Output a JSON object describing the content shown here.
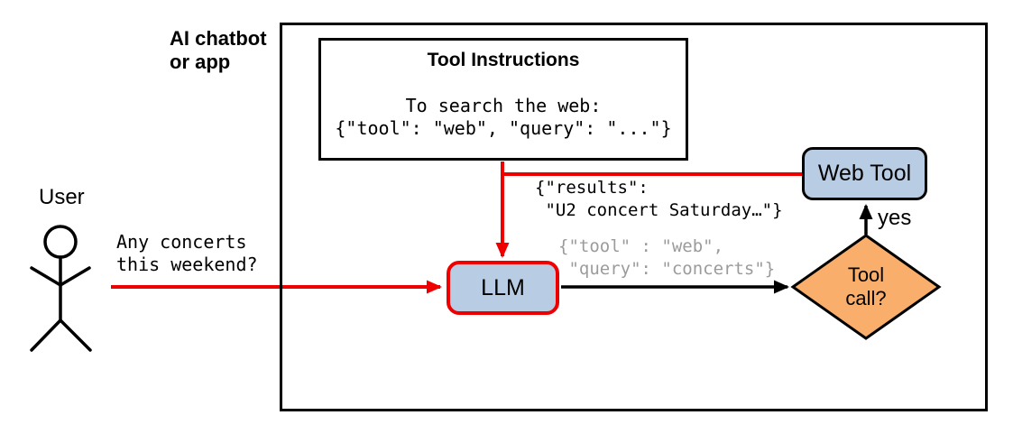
{
  "colors": {
    "red": "#ee0000",
    "box_fill": "#b8cce4",
    "diamond_fill": "#f9ae6b",
    "gray_text": "#9b9b9b",
    "fold_gray": "#b5b5b5"
  },
  "app_boundary": {
    "label_line1": "AI chatbot",
    "label_line2": "or app"
  },
  "user": {
    "label": "User",
    "message_line1": "Any concerts",
    "message_line2": "this weekend?"
  },
  "tool_instructions": {
    "title": "Tool Instructions",
    "body_line1": "To search the web:",
    "body_line2": "{\"tool\": \"web\", \"query\": \"...\"}"
  },
  "llm": {
    "label": "LLM"
  },
  "web_tool": {
    "label": "Web Tool"
  },
  "tool_call_decision": {
    "label_line1": "Tool",
    "label_line2": "call?",
    "yes_label": "yes"
  },
  "annotations": {
    "tool_result_line1": "{\"results\":",
    "tool_result_line2": " \"U2 concert Saturday…\"}",
    "tool_call_line1": "{\"tool\" : \"web\",",
    "tool_call_line2": " \"query\": \"concerts\"}"
  }
}
